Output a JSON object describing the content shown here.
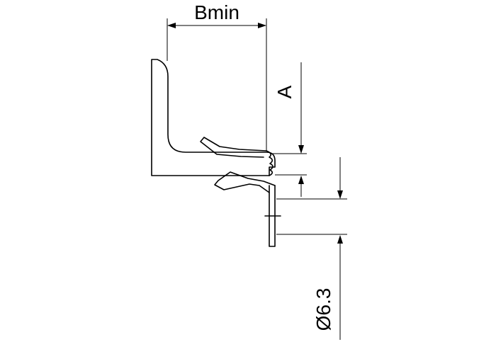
{
  "diagram": {
    "labels": {
      "bmin": "Bmin",
      "a": "A",
      "diameter": "Ø6.3"
    },
    "colors": {
      "stroke": "#000000",
      "background": "#ffffff"
    }
  }
}
